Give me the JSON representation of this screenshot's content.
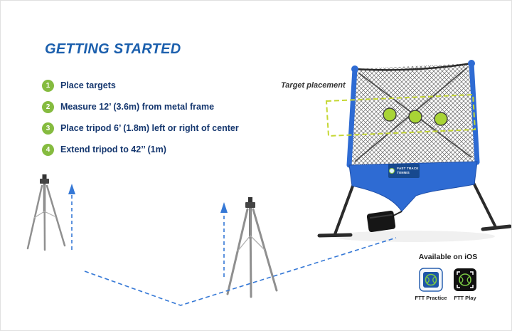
{
  "title": "GETTING STARTED",
  "steps": [
    {
      "num": "1",
      "text": "Place targets"
    },
    {
      "num": "2",
      "text": "Measure 12’ (3.6m) from metal frame"
    },
    {
      "num": "3",
      "text": "Place tripod 6’ (1.8m) left or right of center"
    },
    {
      "num": "4",
      "text": "Extend tripod to 42’’ (1m)"
    }
  ],
  "diagram": {
    "target_placement_label": "Target placement",
    "net_logo": {
      "line1": "FAST TRACK",
      "line2": "TENNIS"
    },
    "targets_count": "3"
  },
  "apps": {
    "heading": "Available on iOS",
    "items": [
      {
        "label": "FTT Practice"
      },
      {
        "label": "FTT Play"
      }
    ]
  },
  "colors": {
    "accent_blue": "#1b5fad",
    "step_green": "#85bb3f",
    "net_blue": "#2e6bd3",
    "dash_blue": "#3578d6",
    "target_lime": "#a8d435",
    "dash_box_yellow": "#c5d733"
  }
}
